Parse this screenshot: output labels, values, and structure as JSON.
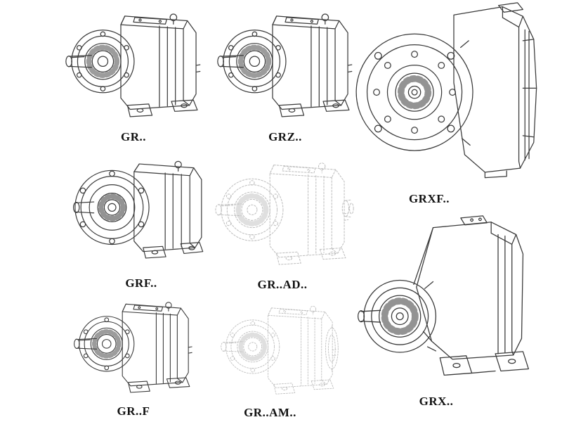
{
  "page": {
    "background": "#ffffff",
    "line_color": "#3a3a3a",
    "ghost_line_color": "#bfbfbf",
    "label_color": "#111111"
  },
  "figures": [
    {
      "id": "gr",
      "label": "GR..",
      "rendering": "solid",
      "drawing": "foot-mounted-helical-gearbox"
    },
    {
      "id": "grz",
      "label": "GRZ..",
      "rendering": "solid",
      "drawing": "foot-mounted-helical-gearbox"
    },
    {
      "id": "grxf",
      "label": "GRXF..",
      "rendering": "solid",
      "drawing": "large-flange-mounted-gearbox"
    },
    {
      "id": "grf",
      "label": "GRF..",
      "rendering": "solid",
      "drawing": "flange-mounted-helical-gearbox"
    },
    {
      "id": "gr-ad",
      "label": "GR..AD..",
      "rendering": "ghost-dashed",
      "drawing": "gearbox-with-input-adapter"
    },
    {
      "id": "gr-f",
      "label": "GR..F",
      "rendering": "solid",
      "drawing": "foot-mounted-helical-gearbox"
    },
    {
      "id": "gr-am",
      "label": "GR..AM..",
      "rendering": "ghost-dashed",
      "drawing": "gearbox-with-motor-adapter-flange"
    },
    {
      "id": "grx",
      "label": "GRX..",
      "rendering": "solid",
      "drawing": "large-foot-mounted-gearbox"
    }
  ]
}
